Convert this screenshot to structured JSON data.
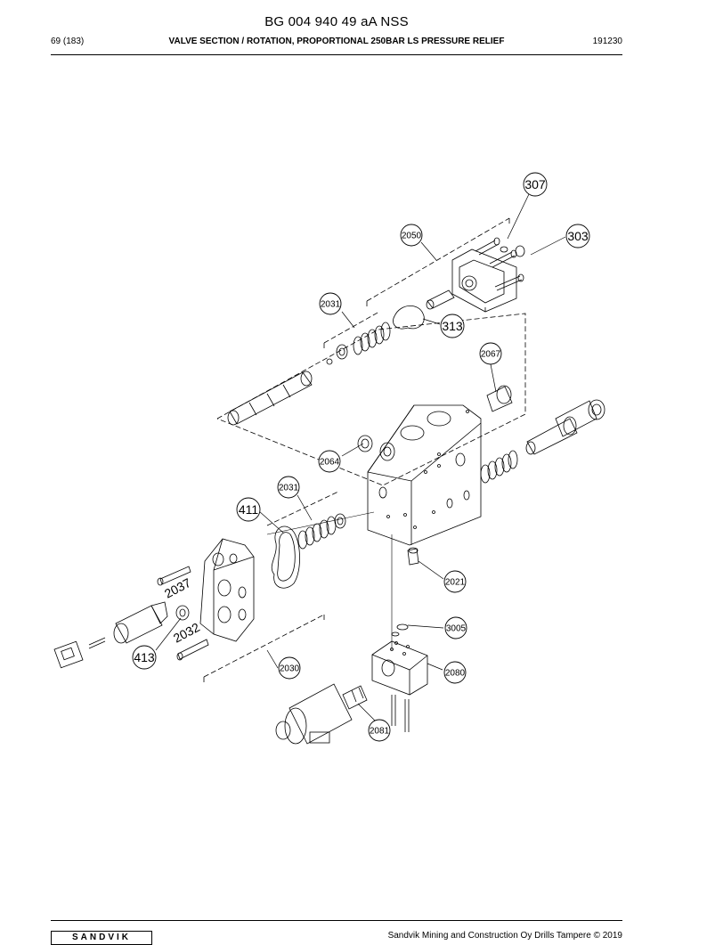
{
  "header": {
    "doc_id": "BG 004 940 49 aA NSS",
    "page": "69 (183)",
    "title": "VALVE SECTION / ROTATION, PROPORTIONAL 250BAR LS PRESSURE RELIEF",
    "date": "191230"
  },
  "callouts": [
    {
      "label": "307",
      "size": "large"
    },
    {
      "label": "2050",
      "size": "small"
    },
    {
      "label": "303",
      "size": "large"
    },
    {
      "label": "2031",
      "size": "small"
    },
    {
      "label": "313",
      "size": "large"
    },
    {
      "label": "2067",
      "size": "small"
    },
    {
      "label": "2064",
      "size": "small"
    },
    {
      "label": "2031",
      "size": "small"
    },
    {
      "label": "411",
      "size": "large"
    },
    {
      "label": "2021",
      "size": "small"
    },
    {
      "label": "3005",
      "size": "small"
    },
    {
      "label": "413",
      "size": "large"
    },
    {
      "label": "2030",
      "size": "small"
    },
    {
      "label": "2080",
      "size": "small"
    },
    {
      "label": "2081",
      "size": "small"
    }
  ],
  "rotated_labels": [
    "2037",
    "2032"
  ],
  "footer": {
    "logo": "SANDVIK",
    "copyright": "Sandvik Mining and Construction Oy Drills Tampere © 2019"
  }
}
